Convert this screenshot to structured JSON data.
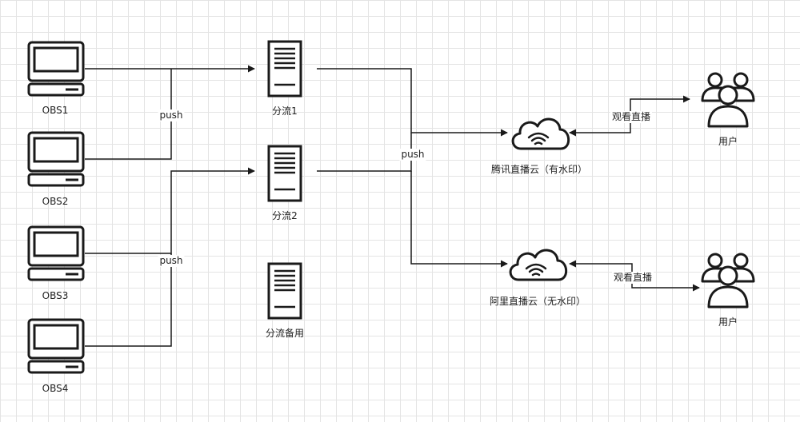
{
  "colors": {
    "stroke": "#1a1a1a",
    "grid": "#e4e4e4",
    "background": "#ffffff"
  },
  "nodes": {
    "obs1": {
      "label": "OBS1",
      "icon": "laptop-icon"
    },
    "obs2": {
      "label": "OBS2",
      "icon": "laptop-icon"
    },
    "obs3": {
      "label": "OBS3",
      "icon": "laptop-icon"
    },
    "obs4": {
      "label": "OBS4",
      "icon": "laptop-icon"
    },
    "split1": {
      "label": "分流1",
      "icon": "server-icon"
    },
    "split2": {
      "label": "分流2",
      "icon": "server-icon"
    },
    "split_backup": {
      "label": "分流备用",
      "icon": "server-icon"
    },
    "tencent": {
      "label": "腾讯直播云（有水印）",
      "icon": "cloud-wifi-icon"
    },
    "aliyun": {
      "label": "阿里直播云（无水印）",
      "icon": "cloud-wifi-icon"
    },
    "users_top": {
      "label": "用户",
      "icon": "users-icon"
    },
    "users_bottom": {
      "label": "用户",
      "icon": "users-icon"
    }
  },
  "edge_labels": {
    "push_obs12": "push",
    "push_obs34": "push",
    "push_split": "push",
    "watch_top": "观看直播",
    "watch_bottom": "观看直播"
  }
}
